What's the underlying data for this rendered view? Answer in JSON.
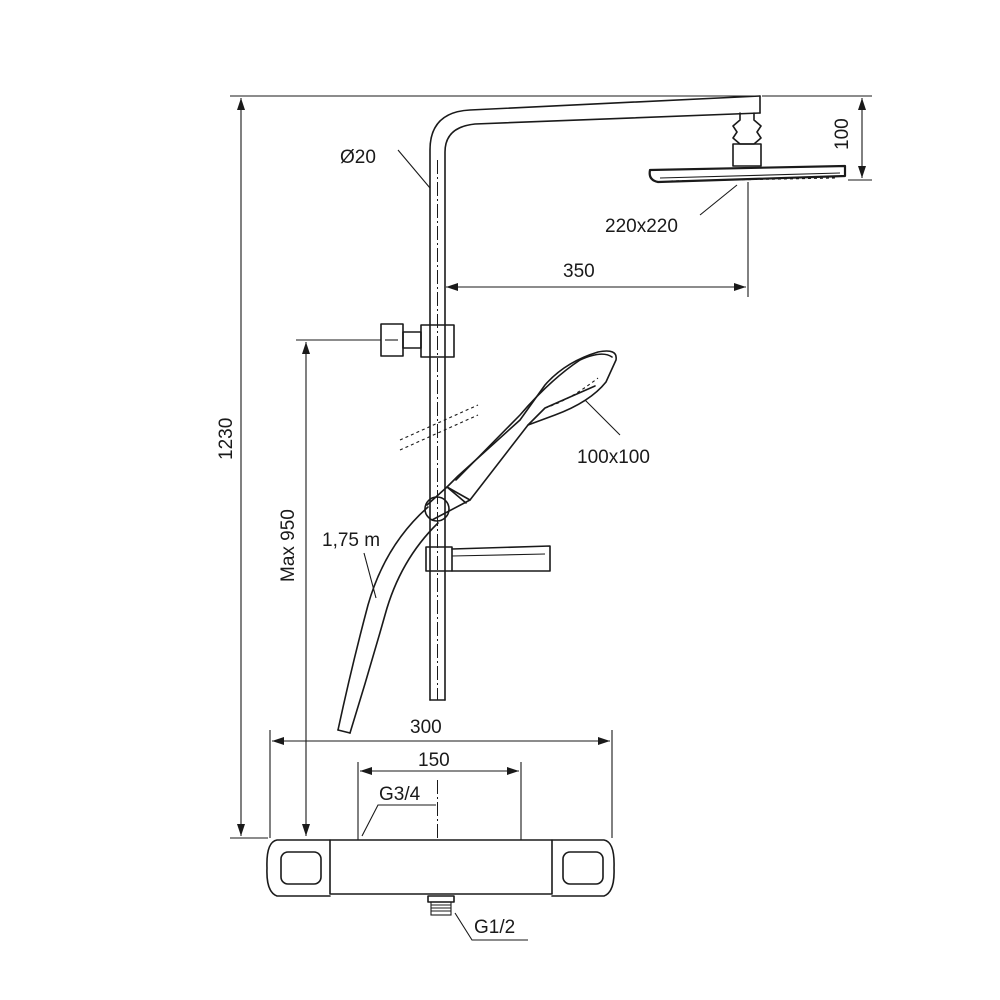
{
  "labels": {
    "pipe_diameter": "Ø20",
    "head_shower_size": "220x220",
    "arm_projection": "350",
    "head_height": "100",
    "total_height": "1230",
    "hand_shower_size": "100x100",
    "hose_length": "1,75 m",
    "max_height": "Max 950",
    "mixer_width": "300",
    "inlet_spacing": "150",
    "inlet_thread": "G3/4",
    "outlet_thread": "G1/2"
  }
}
